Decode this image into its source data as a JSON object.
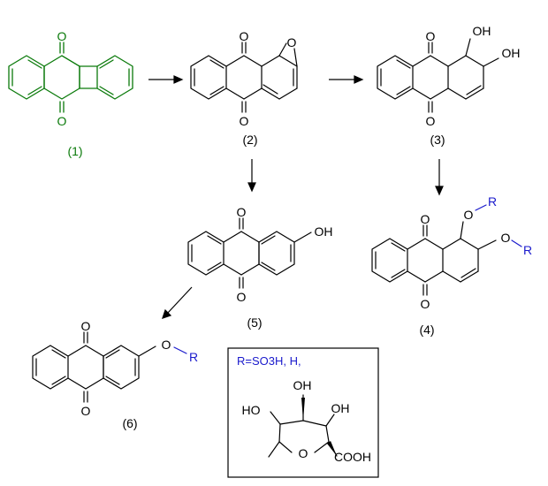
{
  "colors": {
    "bond": "#000000",
    "highlight": "#0a7a0a",
    "r_group": "#1a1acc",
    "frame": "#000000"
  },
  "atoms": {
    "oxygen": "O",
    "hydroxyl": "OH",
    "hydroxyl_left": "HO",
    "r": "R",
    "carboxyl": "COOH"
  },
  "compounds": {
    "c1": "(1)",
    "c2": "(2)",
    "c3": "(3)",
    "c4": "(4)",
    "c5": "(5)",
    "c6": "(6)"
  },
  "legend": {
    "r_definition": "R=SO3H, H,"
  }
}
